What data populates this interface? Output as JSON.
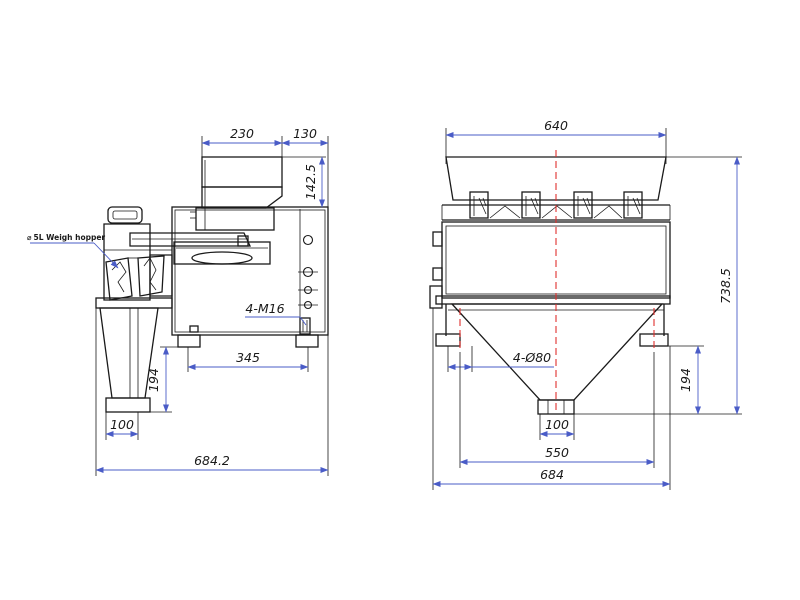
{
  "side_view": {
    "dims": {
      "hopper_top_width": "230",
      "hopper_top_offset": "130",
      "hopper_height": "142.5",
      "footprint_length": "345",
      "bolt_callout": "4-M16",
      "chute_height": "194",
      "chute_width": "100",
      "overall_length": "684.2"
    },
    "note_label": "5L Weigh hopper"
  },
  "front_view": {
    "dims": {
      "top_width": "640",
      "overall_height": "738.5",
      "feet_callout": "4-Ø80",
      "discharge_height": "194",
      "discharge_width": "100",
      "feet_span": "550",
      "overall_width": "684"
    }
  },
  "colors": {
    "outline": "#1a1a1a",
    "dimension": "#4a5cc7",
    "centerline": "#e0302e"
  }
}
